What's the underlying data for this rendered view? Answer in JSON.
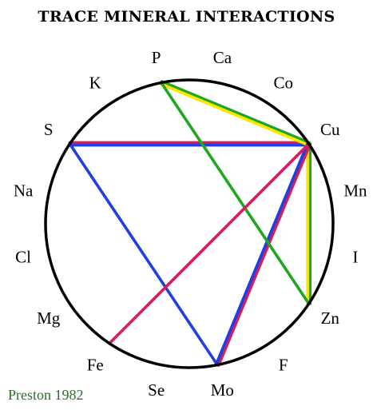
{
  "title": "TRACE MINERAL INTERACTIONS",
  "citation": "Preston 1982",
  "elements": [
    {
      "symbol": "Ca"
    },
    {
      "symbol": "Co"
    },
    {
      "symbol": "Cu"
    },
    {
      "symbol": "Mn"
    },
    {
      "symbol": "I"
    },
    {
      "symbol": "Zn"
    },
    {
      "symbol": "F"
    },
    {
      "symbol": "Mo"
    },
    {
      "symbol": "Se"
    },
    {
      "symbol": "Fe"
    },
    {
      "symbol": "Mg"
    },
    {
      "symbol": "Cl"
    },
    {
      "symbol": "Na"
    },
    {
      "symbol": "S"
    },
    {
      "symbol": "K"
    },
    {
      "symbol": "P"
    }
  ],
  "interactions": [
    {
      "from": "S",
      "to": "Cu",
      "colors": [
        "#d81b5a",
        "#1f3fe0"
      ]
    },
    {
      "from": "P",
      "to": "Cu",
      "colors": [
        "#1fa81f",
        "#ffe600"
      ]
    },
    {
      "from": "Cu",
      "to": "Zn",
      "colors": [
        "#1fa81f",
        "#ffe600"
      ]
    },
    {
      "from": "Cu",
      "to": "Mo",
      "colors": [
        "#d81b5a",
        "#1f3fe0"
      ]
    },
    {
      "from": "P",
      "to": "Zn",
      "colors": [
        "#1fa81f"
      ]
    },
    {
      "from": "S",
      "to": "Mo",
      "colors": [
        "#1f3fe0"
      ]
    },
    {
      "from": "Fe",
      "to": "Cu",
      "colors": [
        "#d81b5a"
      ]
    }
  ],
  "colors": {
    "circle": "#000000",
    "red": "#d81b5a",
    "blue": "#1f3fe0",
    "green": "#1fa81f",
    "yellow": "#ffe600",
    "citation": "#2e6b2e"
  }
}
